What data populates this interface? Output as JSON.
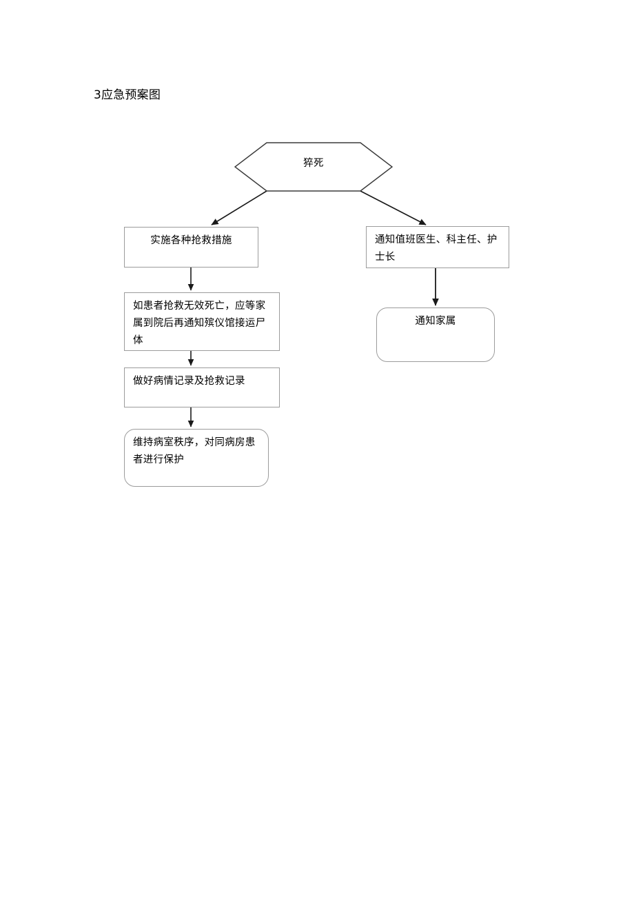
{
  "document": {
    "title": "3应急预案图"
  },
  "flowchart": {
    "start": {
      "shape": "hexagon",
      "label": "猝死"
    },
    "left_branch": [
      {
        "shape": "rectangle",
        "label": "实施各种抢救措施"
      },
      {
        "shape": "rectangle",
        "label": "如患者抢救无效死亡，应等家属到院后再通知殡仪馆接运尸体"
      },
      {
        "shape": "rectangle",
        "label": "做好病情记录及抢救记录"
      },
      {
        "shape": "rounded-rectangle",
        "label": "维持病室秩序，对同病房患者进行保护"
      }
    ],
    "right_branch": [
      {
        "shape": "rectangle",
        "label": "通知值班医生、科主任、护士长"
      },
      {
        "shape": "rounded-rectangle",
        "label": "通知家属"
      }
    ],
    "colors": {
      "border": "#9b9b9b",
      "hexagon_border": "#3a3a3a",
      "connector": "#1a1a1a",
      "text": "#000000",
      "background": "#ffffff"
    }
  }
}
